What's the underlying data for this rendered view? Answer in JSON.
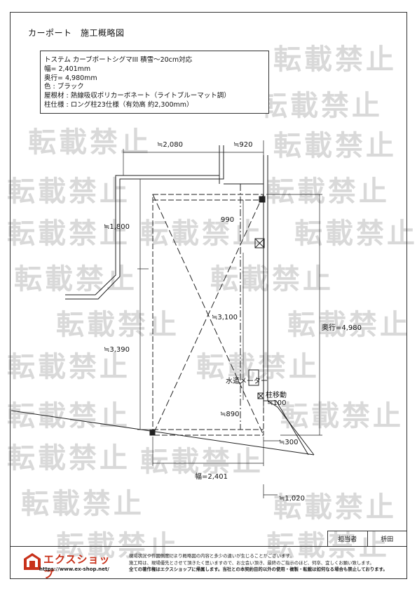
{
  "title": "カーポート　施工概略図",
  "spec_lines": [
    "トステム カーブポートシグマIII 積雪～20cm対応",
    "幅= 2,401mm",
    "奥行= 4,980mm",
    "色 :  ブラック",
    "屋根材 :  熱線吸収ポリカーボネート（ライトブルーマット調）",
    "柱仕様 :  ロング柱23仕様（有効高 約2,300mm）"
  ],
  "watermark_text": "転載禁止",
  "dimensions": {
    "d2080": "≒2,080",
    "d920": "≒920",
    "d1800": "≒1,800",
    "d990": "990",
    "d3100": "≒3,100",
    "d3390": "≒3,390",
    "depth": "奥行=4,980",
    "d890": "≒890",
    "d100": "≒100",
    "d300": "≒300",
    "width": "幅=2,401",
    "d1020": "≒1,020"
  },
  "annotations": {
    "water_meter": "水道メーター",
    "pillar_move": "柱移動"
  },
  "sign": {
    "role": "担当者",
    "name": "枡田"
  },
  "logo": {
    "name": "エクスショップ",
    "url": "https://www.ex-shop.net/"
  },
  "footer_notes": [
    "現場状況や作図側度により概略図の内容と多少の違いが生じることがございます。",
    "施工時は、現場優先とさせて頂きたく思いますので、お立会い頂き、最終のご指示のほど、何卒、宜しくお願い致します。",
    "全ての著作権はエクスショップに帰属します。当社との本契約目的以外の使用・複製・転載は如何なる場合も禁止しております。"
  ],
  "colors": {
    "accent": "#c8311a",
    "watermark": "#d9d9d9",
    "line": "#333333"
  }
}
